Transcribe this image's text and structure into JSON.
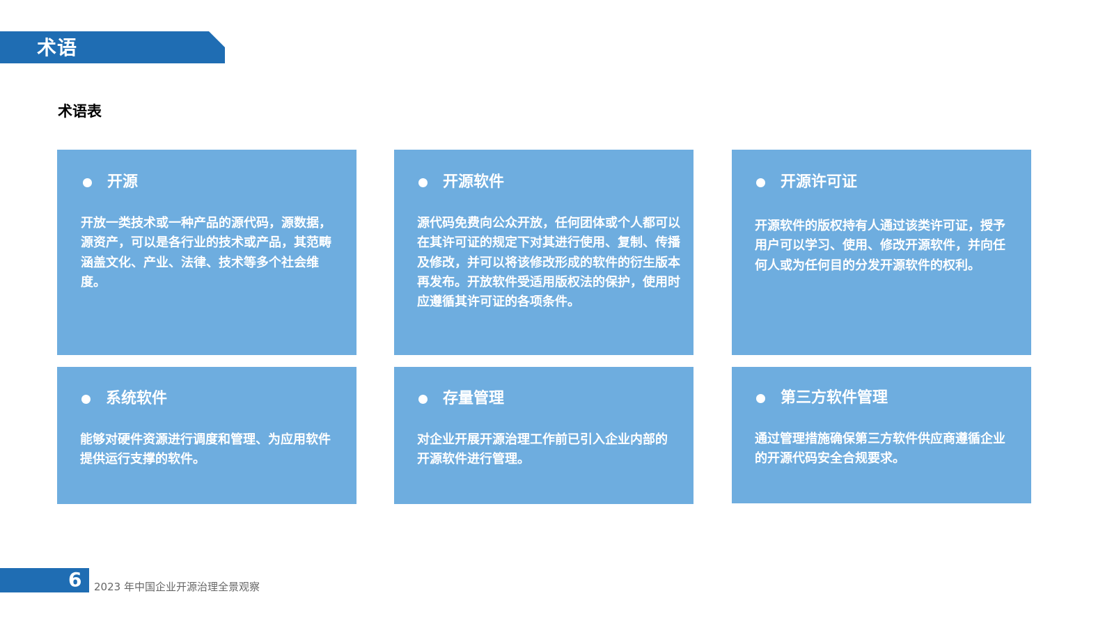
{
  "header": {
    "banner_title": "术语",
    "section_title": "术语表"
  },
  "colors": {
    "banner": "#1f6db3",
    "card": "#6eaddf",
    "card_text": "#ffffff"
  },
  "cards": [
    {
      "title": "开源",
      "body": "开放一类技术或一种产品的源代码，源数据，源资产，可以是各行业的技术或产品，其范畴涵盖文化、产业、法律、技术等多个社会维度。"
    },
    {
      "title": "开源软件",
      "body": "源代码免费向公众开放，任何团体或个人都可以在其许可证的规定下对其进行使用、复制、传播及修改，并可以将该修改形成的软件的衍生版本再发布。开放软件受适用版权法的保护，使用时应遵循其许可证的各项条件。"
    },
    {
      "title": "开源许可证",
      "body": "开源软件的版权持有人通过该类许可证，授予用户可以学习、使用、修改开源软件，并向任何人或为任何目的分发开源软件的权利。"
    },
    {
      "title": "系统软件",
      "body": "能够对硬件资源进行调度和管理、为应用软件提供运行支撑的软件。"
    },
    {
      "title": "存量管理",
      "body": "对企业开展开源治理工作前已引入企业内部的开源软件进行管理。"
    },
    {
      "title": "第三方软件管理",
      "body": "通过管理措施确保第三方软件供应商遵循企业的开源代码安全合规要求。"
    }
  ],
  "footer": {
    "page_number": "6",
    "report_title": "2023 年中国企业开源治理全景观察"
  }
}
